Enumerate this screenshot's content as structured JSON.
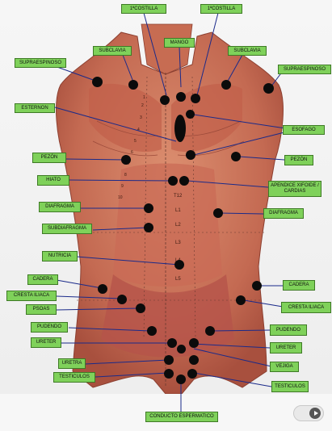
{
  "labels": {
    "costilla_left": "1ªCOSTILLA",
    "costilla_right": "1ªCOSTILLA",
    "mango": "MANGO",
    "subclavia_left": "SUBCLAVIA",
    "subclavia_right": "SUBCLAVIA",
    "supraespinoso_left": "SUPRAESPINOSO",
    "supraespinoso_right": "SUPRAESPINOSO",
    "esternon": "ESTERNON",
    "esofago": "ESOFAGO",
    "pezon_left": "PEZÓN",
    "pezon_right": "PEZÓN",
    "hiato": "HIATO",
    "apendice": "APENDICE XIFOIDE / CARDIAS",
    "diafragma_left": "DIAFRAGMA",
    "diafragma_right": "DIAFRAGMA",
    "subdiafragma": "SUBDIAFRAGMA",
    "nutricia": "NUTRICIA",
    "cadera_left": "CADERA",
    "cadera_right": "CADERA",
    "cresta_left": "CRESTA ILIACA",
    "cresta_right": "CRESTA ILIACA",
    "psoas": "PSOAS",
    "pudendo_left": "PUDENDO",
    "pudendo_right": "PUDENDO",
    "ureter_left": "URETER",
    "ureter_right": "URETER",
    "vejiga": "VEJIGA",
    "uretra": "URETRA",
    "testiculos_left": "TESTICULOS",
    "testiculos_right": "TESTICULOS",
    "conducto": "CONDUCTO ESPERMATICO"
  },
  "spine_markers": [
    "T12",
    "L1",
    "L2",
    "L3",
    "L4",
    "L5"
  ],
  "rib_markers": [
    "1",
    "2",
    "3",
    "4",
    "5",
    "6",
    "7",
    "8",
    "9",
    "10"
  ],
  "colors": {
    "label_fill": "#7fd15a",
    "label_border": "#3e7a25",
    "leader_line": "#1a2a8a",
    "dot": "#0b0b0b",
    "skin": "#d9896a",
    "muscle": "#b7554a"
  },
  "icons": {
    "play": "play-icon"
  }
}
